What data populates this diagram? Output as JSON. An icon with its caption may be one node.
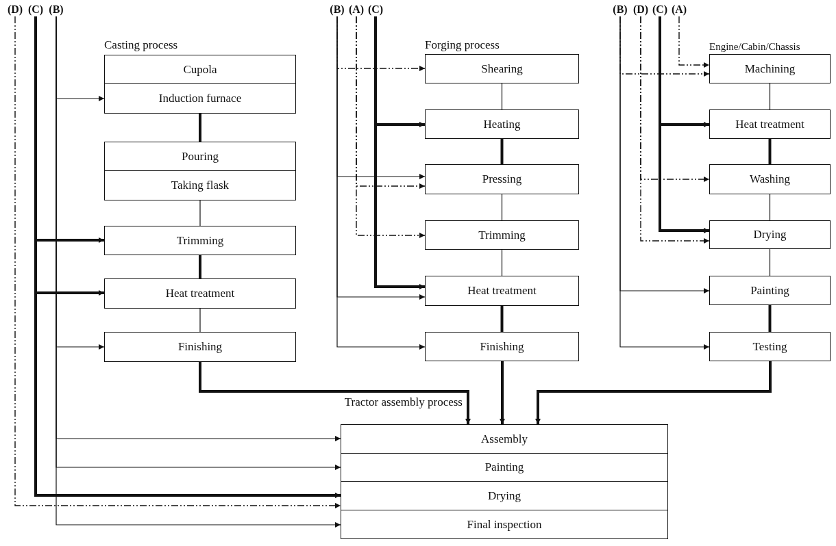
{
  "diagram": {
    "nodes": [
      {
        "text": [
          "(D)"
        ]
      },
      {
        "text": [
          "(C)"
        ]
      },
      {
        "text": [
          "(B)"
        ]
      },
      {
        "text": [
          "Cupola"
        ]
      },
      {
        "text": [
          "Induction furnace"
        ]
      },
      {
        "text": [
          "Pouring"
        ]
      },
      {
        "text": [
          "Taking flask"
        ]
      },
      {
        "text": [
          "Trimming"
        ]
      },
      {
        "text": [
          "Heat treatment"
        ]
      },
      {
        "text": [
          "Finishing"
        ]
      },
      {
        "text": [
          "(B)"
        ]
      },
      {
        "text": [
          "(A)"
        ]
      },
      {
        "text": [
          "(C)"
        ]
      },
      {
        "text": [
          "Shearing"
        ]
      },
      {
        "text": [
          "Heating"
        ]
      },
      {
        "text": [
          "Pressing"
        ]
      },
      {
        "text": [
          "Trimming"
        ]
      },
      {
        "text": [
          "Heat treatment"
        ]
      },
      {
        "text": [
          "Finishing"
        ]
      },
      {
        "text": [
          "(B)"
        ]
      },
      {
        "text": [
          "(D)"
        ]
      },
      {
        "text": [
          "(C)"
        ]
      },
      {
        "text": [
          "(A)"
        ]
      },
      {
        "text": [
          "Machining"
        ]
      },
      {
        "text": [
          "Heat treatment"
        ]
      },
      {
        "text": [
          "Washing"
        ]
      },
      {
        "text": [
          "Drying"
        ]
      },
      {
        "text": [
          "Painting"
        ]
      },
      {
        "text": [
          "Testing"
        ]
      },
      {
        "text": [
          "Assembly"
        ]
      },
      {
        "text": [
          "Painting"
        ]
      },
      {
        "text": [
          "Drying"
        ]
      },
      {
        "text": [
          "Final inspection"
        ]
      }
    ],
    "edges": [
      {
        "from": 2,
        "to": 4,
        "arrow": "to"
      },
      {
        "from": 4,
        "to": 5,
        "arrow": "none",
        "style": "thick"
      },
      {
        "from": 6,
        "to": 7,
        "arrow": "none"
      },
      {
        "from": 1,
        "to": 7,
        "arrow": "to",
        "style": "thick"
      },
      {
        "from": 7,
        "to": 8,
        "arrow": "none",
        "style": "thick"
      },
      {
        "from": 1,
        "to": 8,
        "arrow": "to",
        "style": "thick"
      },
      {
        "from": 8,
        "to": 9,
        "arrow": "none"
      },
      {
        "from": 2,
        "to": 9,
        "arrow": "to"
      },
      {
        "from": 9,
        "to": 29,
        "arrow": "to",
        "style": "thick"
      },
      {
        "from": 2,
        "to": 29,
        "arrow": "to"
      },
      {
        "from": 2,
        "to": 30,
        "arrow": "to"
      },
      {
        "from": 1,
        "to": 31,
        "arrow": "to",
        "style": "thick"
      },
      {
        "from": 0,
        "to": 31,
        "arrow": "to",
        "style": "dashed"
      },
      {
        "from": 2,
        "to": 32,
        "arrow": "to"
      },
      {
        "from": 10,
        "to": 13,
        "arrow": "to",
        "style": "dashed"
      },
      {
        "from": 13,
        "to": 14,
        "arrow": "none"
      },
      {
        "from": 12,
        "to": 14,
        "arrow": "to",
        "style": "thick"
      },
      {
        "from": 14,
        "to": 15,
        "arrow": "none",
        "style": "thick"
      },
      {
        "from": 10,
        "to": 15,
        "arrow": "to"
      },
      {
        "from": 11,
        "to": 15,
        "arrow": "to",
        "style": "dashed"
      },
      {
        "from": 15,
        "to": 16,
        "arrow": "none"
      },
      {
        "from": 11,
        "to": 16,
        "arrow": "to",
        "style": "dashed"
      },
      {
        "from": 16,
        "to": 17,
        "arrow": "none"
      },
      {
        "from": 12,
        "to": 17,
        "arrow": "to",
        "style": "thick"
      },
      {
        "from": 10,
        "to": 17,
        "arrow": "to"
      },
      {
        "from": 17,
        "to": 18,
        "arrow": "none",
        "style": "thick"
      },
      {
        "from": 10,
        "to": 18,
        "arrow": "to"
      },
      {
        "from": 18,
        "to": 29,
        "arrow": "to",
        "style": "thick"
      },
      {
        "from": 22,
        "to": 23,
        "arrow": "to",
        "style": "dashed"
      },
      {
        "from": 19,
        "to": 23,
        "arrow": "to",
        "style": "dashed"
      },
      {
        "from": 23,
        "to": 24,
        "arrow": "none"
      },
      {
        "from": 21,
        "to": 24,
        "arrow": "to",
        "style": "thick"
      },
      {
        "from": 24,
        "to": 25,
        "arrow": "none",
        "style": "thick"
      },
      {
        "from": 20,
        "to": 25,
        "arrow": "to",
        "style": "dashed"
      },
      {
        "from": 25,
        "to": 26,
        "arrow": "none"
      },
      {
        "from": 21,
        "to": 26,
        "arrow": "to",
        "style": "thick"
      },
      {
        "from": 20,
        "to": 26,
        "arrow": "to",
        "style": "dashed"
      },
      {
        "from": 26,
        "to": 27,
        "arrow": "none"
      },
      {
        "from": 19,
        "to": 27,
        "arrow": "to"
      },
      {
        "from": 27,
        "to": 28,
        "arrow": "none",
        "style": "thick"
      },
      {
        "from": 19,
        "to": 28,
        "arrow": "to"
      },
      {
        "from": 28,
        "to": 29,
        "arrow": "to",
        "style": "thick"
      }
    ],
    "labels": [
      "Casting process",
      "Forging process",
      "Engine/Cabin/Chassis",
      "Tractor assembly process"
    ]
  }
}
